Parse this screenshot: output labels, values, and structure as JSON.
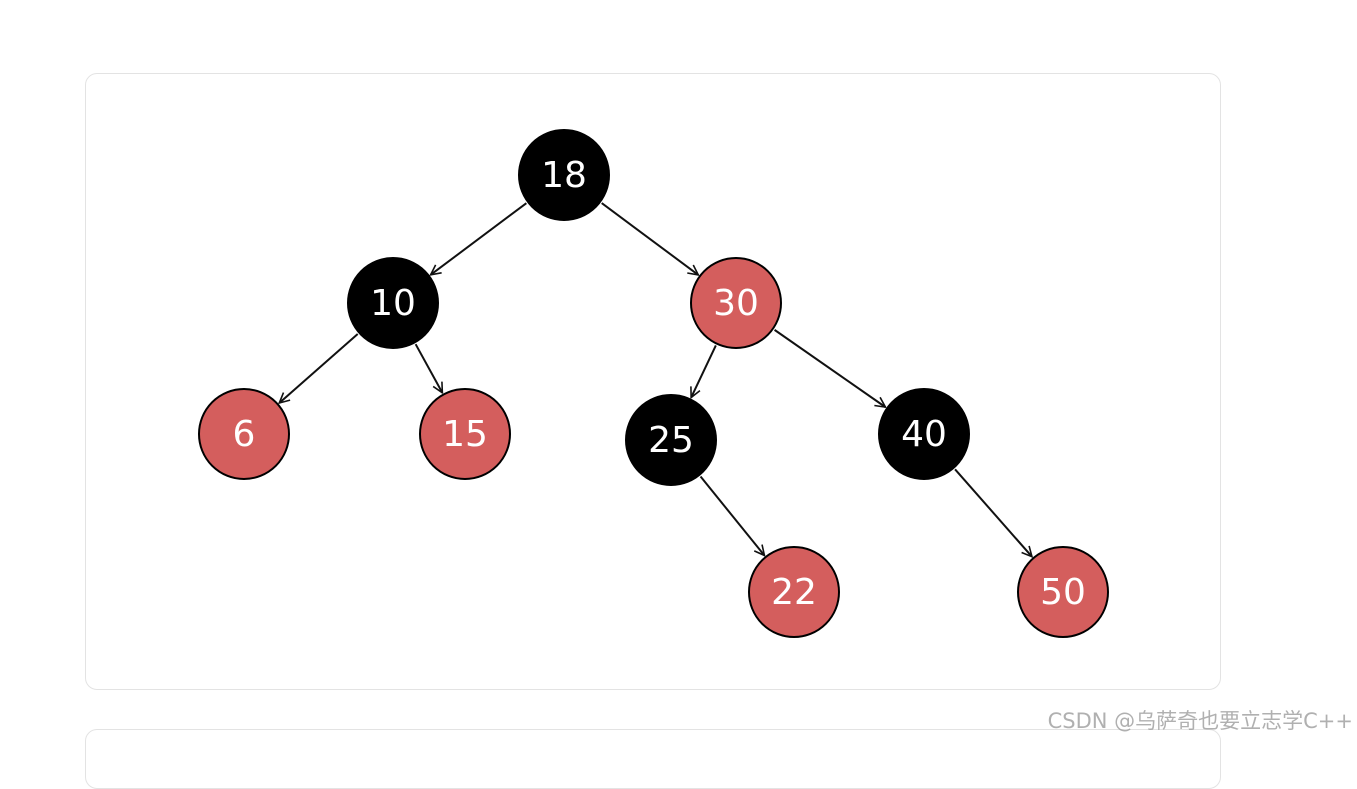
{
  "colors": {
    "black_node": "#000000",
    "red_node": "#d45e5d",
    "edge": "#111111",
    "label": "#ffffff"
  },
  "tree": {
    "nodes": [
      {
        "id": "n18",
        "label": "18",
        "color": "black"
      },
      {
        "id": "n10",
        "label": "10",
        "color": "black"
      },
      {
        "id": "n30",
        "label": "30",
        "color": "red"
      },
      {
        "id": "n6",
        "label": "6",
        "color": "red"
      },
      {
        "id": "n15",
        "label": "15",
        "color": "red"
      },
      {
        "id": "n25",
        "label": "25",
        "color": "black"
      },
      {
        "id": "n40",
        "label": "40",
        "color": "black"
      },
      {
        "id": "n22",
        "label": "22",
        "color": "red"
      },
      {
        "id": "n50",
        "label": "50",
        "color": "red"
      }
    ],
    "edges": [
      {
        "from": "n18",
        "to": "n10"
      },
      {
        "from": "n18",
        "to": "n30"
      },
      {
        "from": "n10",
        "to": "n6"
      },
      {
        "from": "n10",
        "to": "n15"
      },
      {
        "from": "n30",
        "to": "n25"
      },
      {
        "from": "n30",
        "to": "n40"
      },
      {
        "from": "n25",
        "to": "n22"
      },
      {
        "from": "n40",
        "to": "n50"
      }
    ]
  },
  "watermark": "CSDN @乌萨奇也要立志学C++"
}
